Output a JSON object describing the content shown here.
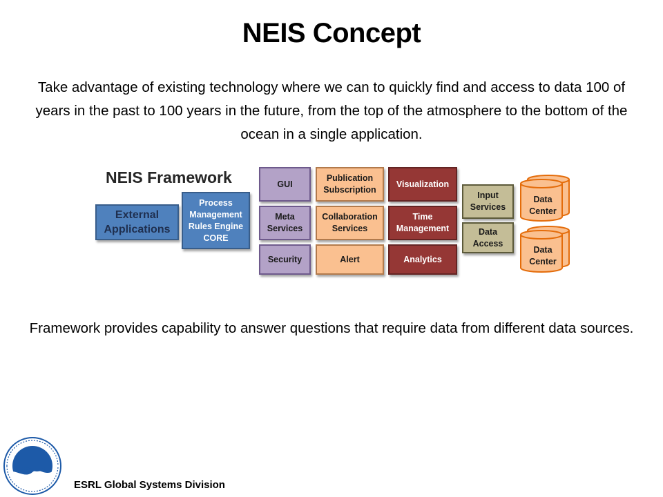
{
  "slide": {
    "title": "NEIS Concept",
    "intro": "Take advantage of existing technology where we can to quickly find and access to data 100 of years in the past to 100 years in the future, from the top of the atmosphere to the bottom of the ocean in a single application.",
    "outro": "Framework provides capability to answer questions that require data from different data sources.",
    "footer": "ESRL Global Systems Division"
  },
  "diagram": {
    "framework_title": "NEIS Framework",
    "external": "External Applications",
    "core": "Process Management Rules Engine CORE",
    "purple": [
      "GUI",
      "Meta Services",
      "Security"
    ],
    "peach": [
      "Publication Subscription",
      "Collaboration Services",
      "Alert"
    ],
    "maroon": [
      "Visualization",
      "Time Management",
      "Analytics"
    ],
    "olive": [
      "Input Services",
      "Data Access"
    ],
    "data_centers": [
      "Data Center",
      "Data Center"
    ]
  },
  "colors": {
    "blue": "#4f81bd",
    "purple": "#b3a2c7",
    "peach": "#fac090",
    "maroon": "#953735",
    "olive": "#c4bd97",
    "cylinder": "#fac090",
    "cylinder_stroke": "#e46c0a"
  },
  "logo": {
    "icon": "noaa-seal-icon"
  }
}
